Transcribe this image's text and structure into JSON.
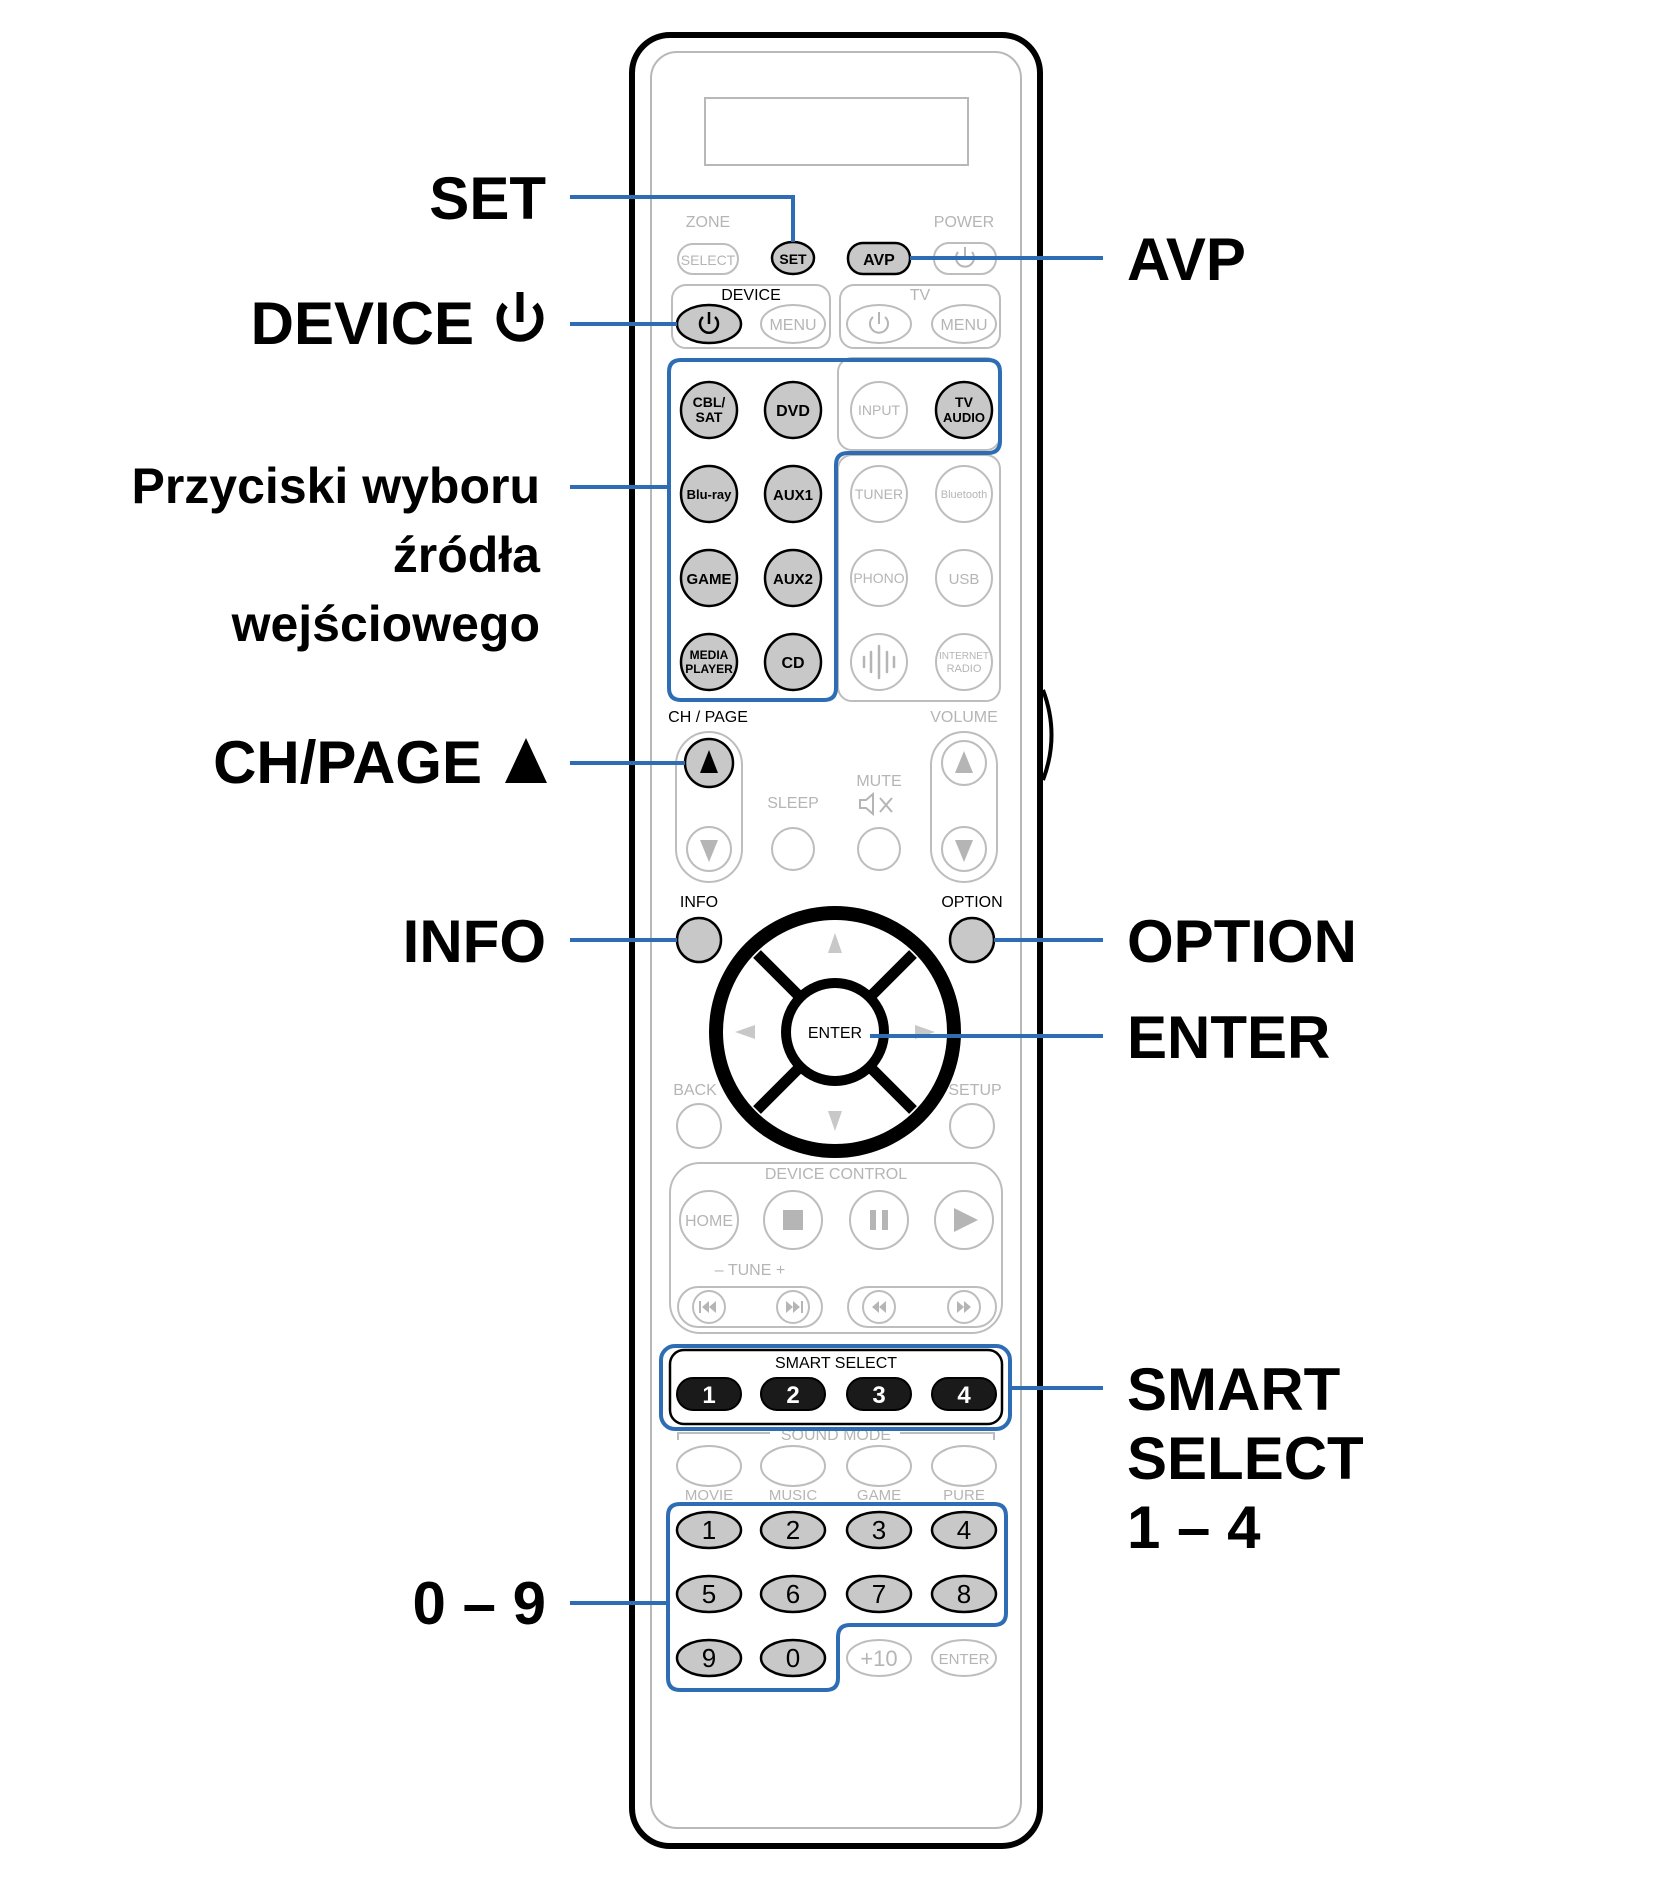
{
  "callouts": {
    "set": "SET",
    "device_power": "DEVICE",
    "input_source_line1": "Przyciski wyboru",
    "input_source_line2": "źródła",
    "input_source_line3": "wejściowego",
    "ch_page_up": "CH/PAGE",
    "info": "INFO",
    "zero_nine": "0 – 9",
    "avp": "AVP",
    "option": "OPTION",
    "enter": "ENTER",
    "smart_line1": "SMART",
    "smart_line2": "SELECT",
    "smart_line3": "1 – 4"
  },
  "remote": {
    "zone_label": "ZONE",
    "power_label": "POWER",
    "select": "SELECT",
    "set": "SET",
    "avp": "AVP",
    "device_label": "DEVICE",
    "tv_label": "TV",
    "menu": "MENU",
    "tv_menu": "MENU",
    "sources": {
      "cbl_sat_1": "CBL/",
      "cbl_sat_2": "SAT",
      "dvd": "DVD",
      "input": "INPUT",
      "tv_audio_1": "TV",
      "tv_audio_2": "AUDIO",
      "bluray": "Blu-ray",
      "aux1": "AUX1",
      "tuner": "TUNER",
      "bluetooth": "Bluetooth",
      "game": "GAME",
      "aux2": "AUX2",
      "phono": "PHONO",
      "usb": "USB",
      "media_1": "MEDIA",
      "media_2": "PLAYER",
      "cd": "CD",
      "internet_1": "INTERNET",
      "internet_2": "RADIO"
    },
    "ch_page": "CH / PAGE",
    "volume": "VOLUME",
    "sleep": "SLEEP",
    "mute": "MUTE",
    "info": "INFO",
    "option": "OPTION",
    "enter": "ENTER",
    "back": "BACK",
    "setup": "SETUP",
    "device_control": "DEVICE CONTROL",
    "home": "HOME",
    "tune": "–  TUNE  +",
    "smart_select": "SMART SELECT",
    "smart_buttons": [
      "1",
      "2",
      "3",
      "4"
    ],
    "sound_mode": "SOUND MODE",
    "sound_modes": [
      "MOVIE",
      "MUSIC",
      "GAME",
      "PURE"
    ],
    "numbers": [
      "1",
      "2",
      "3",
      "4",
      "5",
      "6",
      "7",
      "8",
      "9",
      "0"
    ],
    "plus10": "+10",
    "num_enter": "ENTER"
  },
  "colors": {
    "highlight": "#2e6db4",
    "active_button": "#c8c8c8",
    "inactive_outline": "#bdbdbd",
    "inactive_text": "#b5b5b5",
    "smart_button": "#1a1a1a"
  }
}
